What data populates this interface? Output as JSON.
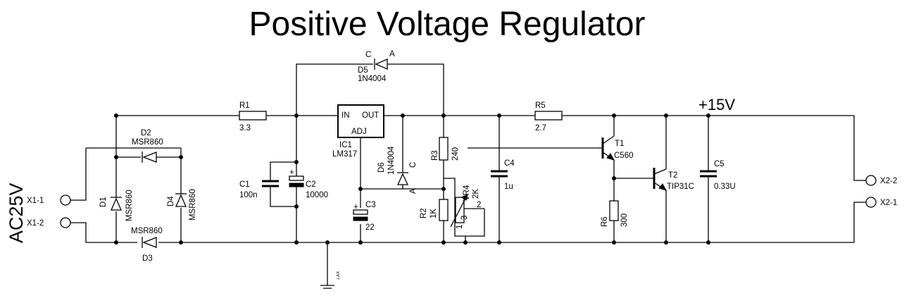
{
  "title": "Positive Voltage Regulator",
  "input_label": "AC25V",
  "output_label": "+15V",
  "connectors": {
    "x1_1": "X1-1",
    "x1_2": "X1-2",
    "x2_2": "X2-2",
    "x2_1": "X2-1"
  },
  "components": {
    "r1": {
      "ref": "R1",
      "value": "3.3"
    },
    "r2": {
      "ref": "R2",
      "value": "1K"
    },
    "r3": {
      "ref": "R3",
      "value": "240"
    },
    "r5": {
      "ref": "R5",
      "value": "2.7"
    },
    "r6": {
      "ref": "R6",
      "value": "300"
    },
    "vr4": {
      "ref": "VR4",
      "value": "2K",
      "pin1": "1",
      "pin2": "2",
      "pin3": "3"
    },
    "c1": {
      "ref": "C1",
      "value": "100n"
    },
    "c2": {
      "ref": "C2",
      "value": "10000"
    },
    "c3": {
      "ref": "C3",
      "value": "22"
    },
    "c4": {
      "ref": "C4",
      "value": "1u"
    },
    "c5": {
      "ref": "C5",
      "value": "0.33U"
    },
    "d1": {
      "ref": "D1",
      "value": "MSR860"
    },
    "d2": {
      "ref": "D2",
      "value": "MSR860"
    },
    "d3": {
      "ref": "D3",
      "value": "MSR860"
    },
    "d4": {
      "ref": "D4",
      "value": "MSR860"
    },
    "d5": {
      "ref": "D5",
      "value": "1N4004",
      "cathode": "C",
      "anode": "A"
    },
    "d6": {
      "ref": "D6",
      "value": "1N4004",
      "cathode": "C",
      "anode": "A"
    },
    "ic1": {
      "ref": "IC1",
      "value": "LM317",
      "pin_in": "IN",
      "pin_out": "OUT",
      "pin_adj": "ADJ"
    },
    "t1": {
      "ref": "T1",
      "value": "C560"
    },
    "t2": {
      "ref": "T2",
      "value": "TIP31C"
    }
  },
  "ground_tag": "⊥AX",
  "plus_sign": "+"
}
